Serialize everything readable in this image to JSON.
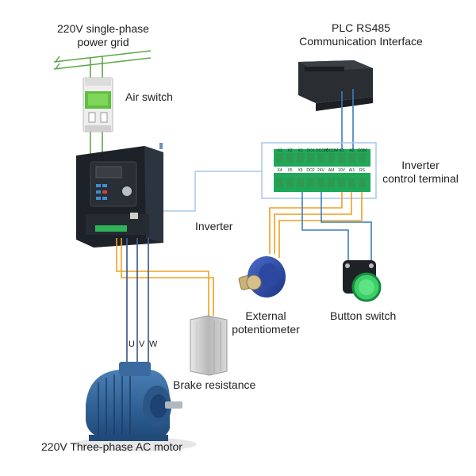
{
  "labels": {
    "power_grid_line1": "220V single-phase",
    "power_grid_line2": "power grid",
    "air_switch": "Air switch",
    "plc_line1": "PLC RS485",
    "plc_line2": "Communication Interface",
    "control_terminal_line1": "Inverter",
    "control_terminal_line2": "control terminal",
    "inverter": "Inverter",
    "potentiometer_line1": "External",
    "potentiometer_line2": "potentiometer",
    "button_switch": "Button switch",
    "brake_resistance": "Brake resistance",
    "motor": "220V Three-phase AC motor",
    "phase_u": "U",
    "phase_v": "V",
    "phase_w": "W"
  },
  "terminal_top": [
    "X1",
    "X2",
    "X3",
    "DO1",
    "DCOM",
    "DCOM",
    "A1",
    "A2",
    "COM"
  ],
  "terminal_bottom": [
    "X4",
    "X5",
    "X6",
    "DO2",
    "24V",
    "AM",
    "10V",
    "AI1",
    "RS"
  ],
  "colors": {
    "control_wire": "#f0a020",
    "signal_wire": "#3a7fc0",
    "power_wire": "#3f5f8f",
    "frame": "#a8c8e8",
    "green_wire": "#5aa846",
    "terminal_green": "#1fa85a"
  }
}
